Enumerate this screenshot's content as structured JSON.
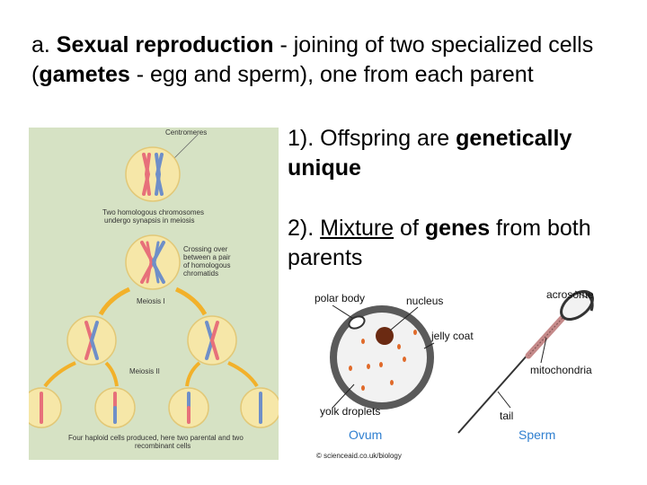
{
  "slide": {
    "intro": {
      "prefix": "a. ",
      "term": "Sexual reproduction",
      "mid1": " - joining of two specialized cells (",
      "gametes_word": "gametes",
      "mid2": " - egg and sperm), one from each parent"
    },
    "point1": {
      "prefix": "1). Offspring are ",
      "bold": "genetically unique"
    },
    "point2": {
      "prefix": "2). ",
      "underlined": "Mixture",
      "mid": " of ",
      "bold": "genes",
      "suffix": " from both parents"
    }
  },
  "meiosis_figure": {
    "centromeres_label": "Centromeres",
    "synapsis_label_line1": "Two homologous chromosomes",
    "synapsis_label_line2": "undergo synapsis in meiosis",
    "crossing_label_line1": "Crossing over",
    "crossing_label_line2": "between a pair",
    "crossing_label_line3": "of homologous",
    "crossing_label_line4": "chromatids",
    "meiosis1_label": "Meiosis I",
    "meiosis2_label": "Meiosis II",
    "caption_line1": "Four haploid cells produced, here two parental and two",
    "caption_line2": "recombinant cells",
    "colors": {
      "panel": "#d6e2c4",
      "cell": "#f6e7a8",
      "maternal": "#e7707a",
      "paternal": "#6f8fc8",
      "arrow": "#f2b12a"
    }
  },
  "gamete_figure": {
    "polar_body_label": "polar body",
    "nucleus_label": "nucleus",
    "jelly_coat_label": "jelly coat",
    "yolk_label": "yolk droplets",
    "ovum_label": "Ovum",
    "acrosome_label": "acrosome",
    "mitochondria_label": "mitochondria",
    "tail_label": "tail",
    "sperm_label": "Sperm",
    "credit": "© scienceaid.co.uk/biology",
    "colors": {
      "ovum_label": "#2f7fd0",
      "sperm_label": "#2f7fd0",
      "yolk": "#e06a2a",
      "nucleus": "#6b2a12"
    }
  }
}
